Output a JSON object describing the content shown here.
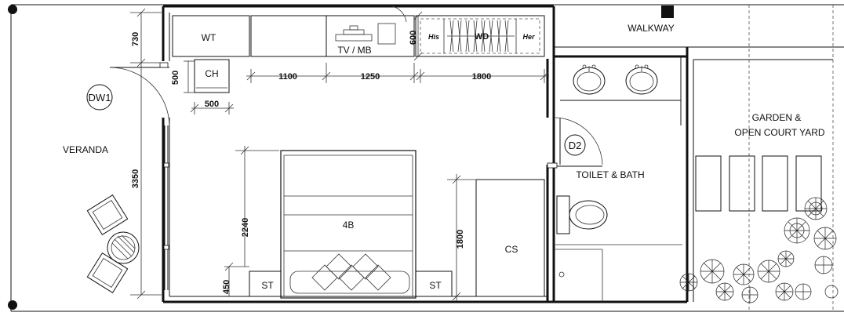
{
  "rooms": {
    "veranda": "VERANDA",
    "walkway": "WALKWAY",
    "toilet_bath": "TOILET & BATH",
    "garden_line1": "GARDEN &",
    "garden_line2": "OPEN COURT YARD"
  },
  "furniture": {
    "wardrobe_top": "WT",
    "chair": "CH",
    "tv_mb": "TV / MB",
    "his": "His",
    "wd": "WD",
    "her": "Her",
    "bed": "4B",
    "side_table_left": "ST",
    "side_table_right": "ST",
    "closet_space": "CS"
  },
  "doors": {
    "dw1": "DW1",
    "d2": "D2"
  },
  "dimensions": {
    "d730": "730",
    "d500_vertical": "500",
    "d500_horizontal": "500",
    "d1100": "1100",
    "d1250": "1250",
    "d600": "600",
    "d1800_horizontal": "1800",
    "d3350": "3350",
    "d2240": "2240",
    "d450": "450",
    "d1800_vertical": "1800"
  }
}
